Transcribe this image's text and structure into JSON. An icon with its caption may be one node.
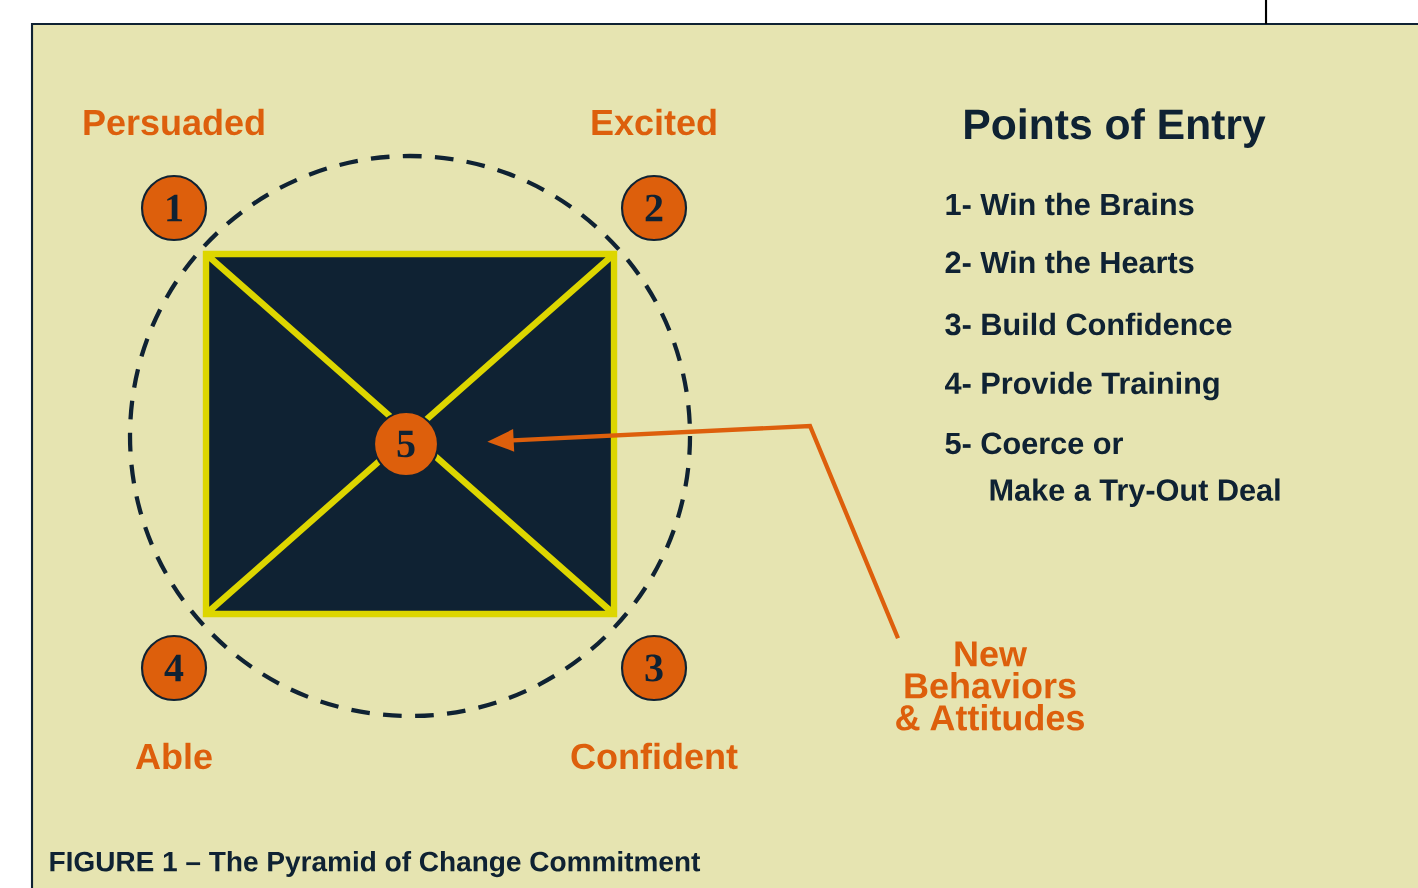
{
  "diagram": {
    "caption": "FIGURE 1 – The Pyramid of Change Commitment",
    "nodes": [
      {
        "text": [
          "1"
        ],
        "beside": [
          "Persuaded"
        ]
      },
      {
        "text": [
          "2"
        ],
        "beside": [
          "Excited"
        ]
      },
      {
        "text": [
          "5"
        ]
      },
      {
        "text": [
          "4"
        ],
        "beside": [
          "Able"
        ]
      },
      {
        "text": [
          "3"
        ],
        "beside": [
          "Confident"
        ]
      },
      {
        "text": [
          "New Behaviors & Attitudes"
        ]
      }
    ],
    "edges": [
      {
        "from": 5,
        "to": 2,
        "arrow": "to"
      }
    ],
    "labels": [
      "Points of Entry",
      "1- Win the Brains",
      "2- Win the Hearts",
      "3- Build Confidence",
      "4- Provide Training",
      "5- Coerce or Make a Try-Out Deal"
    ]
  }
}
